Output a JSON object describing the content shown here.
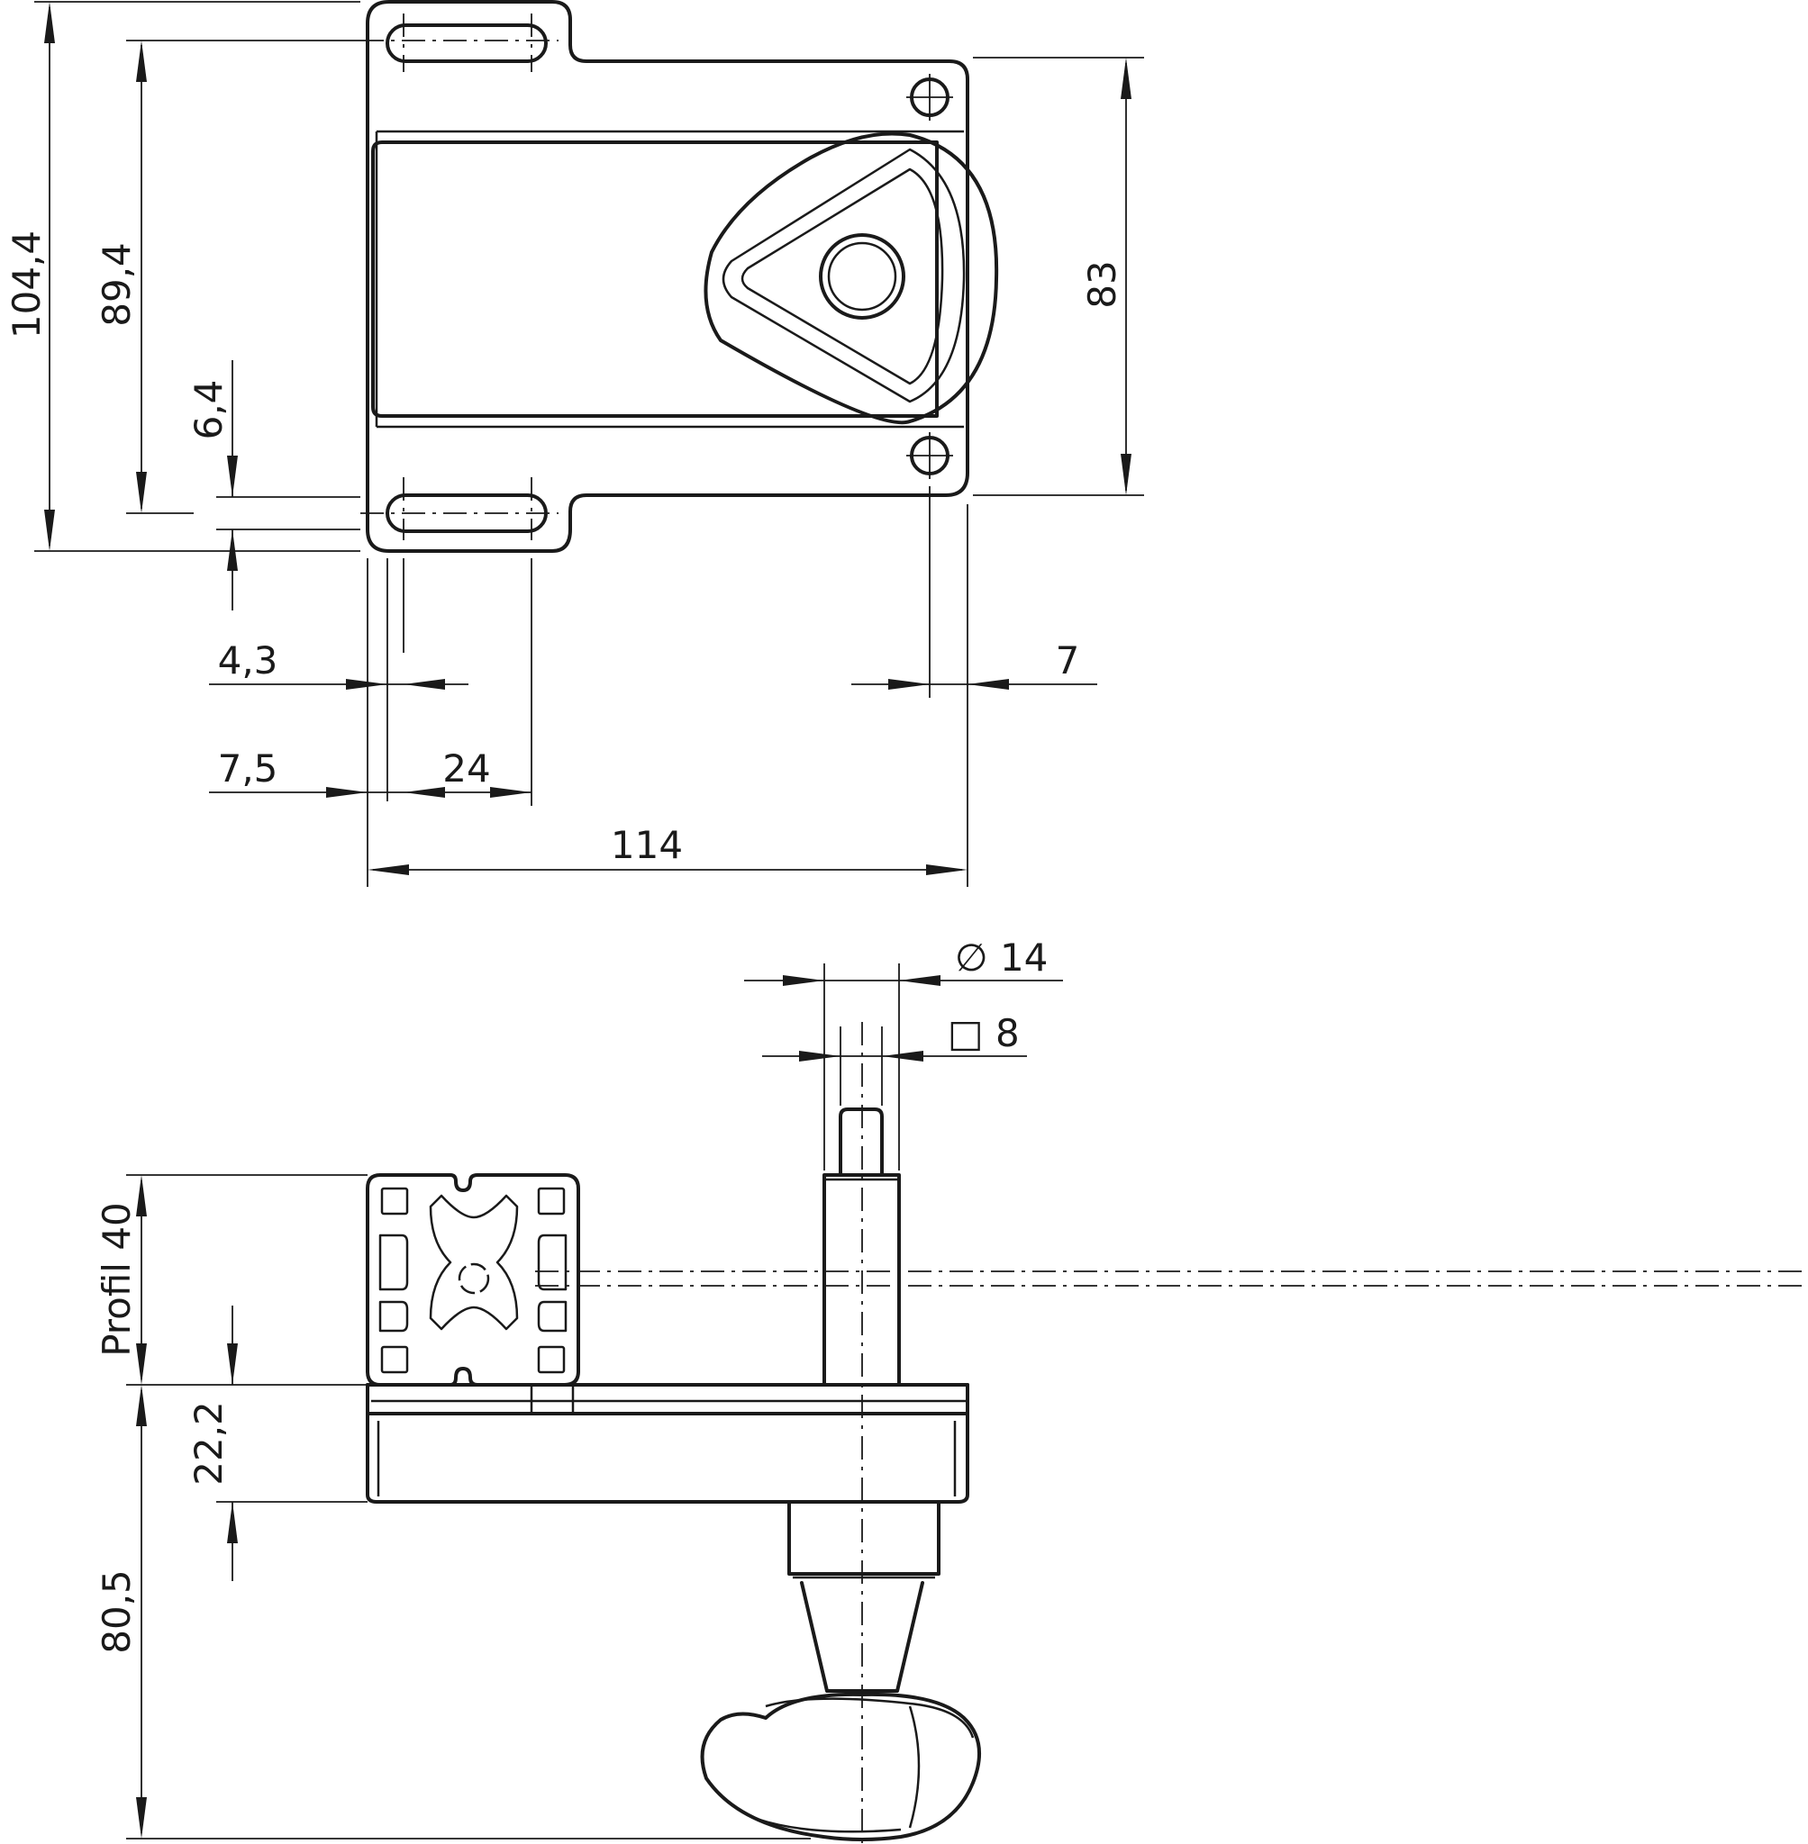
{
  "dimensions": {
    "overall_height": "104,4",
    "slot_pitch_height": "89,4",
    "slot_width": "6,4",
    "hole_pitch_height": "83",
    "slot_edge_offset": "4,3",
    "slot_center_offset": "7,5",
    "slot_length": "24",
    "hole_edge_offset": "7",
    "overall_width": "114",
    "shaft_diameter": "14",
    "square_size": "8",
    "profile": "Profil 40",
    "base_thickness": "22,2",
    "handle_height": "80,5"
  },
  "symbols": {
    "diameter": "∅",
    "square": "□"
  },
  "colors": {
    "line": "#1a1a1a",
    "background": "#ffffff"
  }
}
